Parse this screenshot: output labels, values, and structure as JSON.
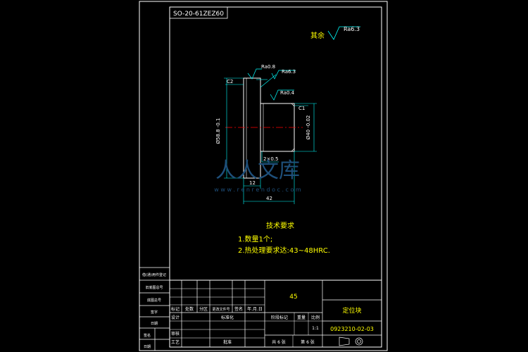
{
  "drawing": {
    "title_box_rotated": "SO-20-61ZEZ60",
    "roughness_else_label": "其余",
    "roughness_else_value": "Ra6.3",
    "roughness_1": "Ra0.8",
    "roughness_2": "Ra6.3",
    "roughness_3": "Ra0.4",
    "chamfer_c2": "C2",
    "chamfer_c1": "C1",
    "dim_left_dia": "Ø58.8 -0.1",
    "dim_right_dia": "Ø40 -0.02",
    "dim_groove": "2×0.5",
    "dim_12": "12",
    "dim_42": "42",
    "colors": {
      "background": "#000000",
      "frame_lines": "#ffffff",
      "part_outline": "#ffffff",
      "dimension_lines": "#00ffff",
      "text_yellow": "#ffff00",
      "center_line": "#ff0000",
      "title_text_green": "#00ff00"
    }
  },
  "requirements": {
    "title": "技术要求",
    "item1": "1.数量1个;",
    "item2": "2.热处理要求达:43~48HRC."
  },
  "watermark": {
    "cn": "人人文库",
    "url": "w w w . r e n r e n d o c . c o m"
  },
  "side_table": {
    "rows": [
      "借(通)用件登记",
      "旧底图总号",
      "底图总号",
      "签字",
      "日期",
      "签名",
      "日期"
    ]
  },
  "title_block": {
    "material": "45",
    "part_name": "定位块",
    "drawing_no": "0923210-02-03",
    "header_cells": [
      "标记",
      "处数",
      "分区",
      "更改文件号",
      "签名",
      "年.月.日"
    ],
    "design": "设计",
    "standardize": "标准化",
    "stage_mark": "阶段标记",
    "weight": "重量",
    "scale": "比例",
    "scale_value": "1:1",
    "review": "审核",
    "process": "工艺",
    "approve": "批准",
    "sheets_total": "共 6 张",
    "sheet_no": "第 6 张"
  }
}
